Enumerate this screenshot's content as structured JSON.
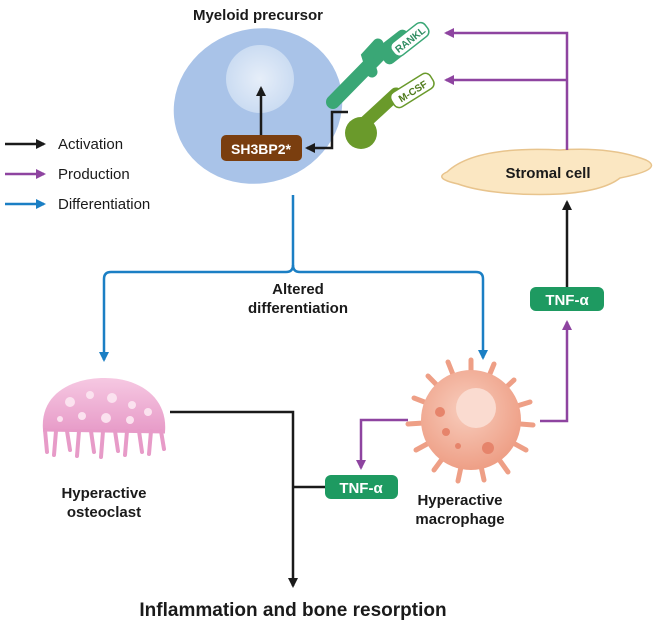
{
  "title_top": "Myeloid precursor",
  "legend": {
    "activation": "Activation",
    "production": "Production",
    "differentiation": "Differentiation"
  },
  "receptors": {
    "rankl": "RANKL",
    "mcsf": "M-CSF"
  },
  "sh3bp2": "SH3BP2*",
  "stromal_cell": "Stromal cell",
  "tnf_upper": "TNF-α",
  "tnf_lower": "TNF-α",
  "altered_diff": {
    "line1": "Altered",
    "line2": "differentiation"
  },
  "osteoclast": {
    "line1": "Hyperactive",
    "line2": "osteoclast"
  },
  "macrophage": {
    "line1": "Hyperactive",
    "line2": "macrophage"
  },
  "outcome": "Inflammation and bone resorption",
  "colors": {
    "activation": "#1a1a1a",
    "production": "#8e44a0",
    "differentiation": "#1b7fc4",
    "tnf_box": "#1e9a61",
    "sh3bp2_box": "#7a3e0f",
    "precursor_cell": "#a9c3e8",
    "stromal_cell": "#fbe7c2",
    "osteoclast": "#f2b6d8",
    "macrophage": "#f4b19c"
  }
}
